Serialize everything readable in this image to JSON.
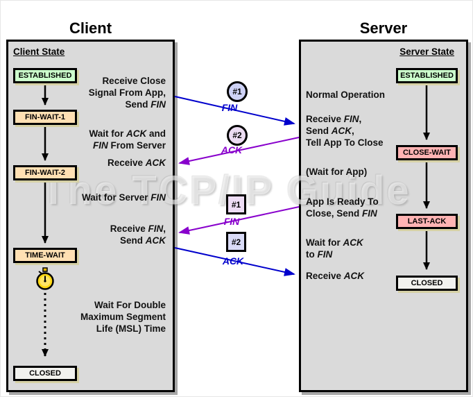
{
  "watermark": {
    "text": "The TCP/IP Guide"
  },
  "colors": {
    "panel_fill": "#dadada",
    "established_fill": "#ccffcc",
    "client_wait_fill": "#ffe0b3",
    "server_wait_fill": "#ffb3b3",
    "closed_fill": "#f2f2ee",
    "fin_blue": "#0000cc",
    "ack_purple": "#8800cc"
  },
  "client": {
    "title": "Client",
    "state_header": "Client State",
    "states": [
      {
        "label": "ESTABLISHED",
        "fill": "#ccffcc"
      },
      {
        "label": "FIN-WAIT-1",
        "fill": "#ffe0b3"
      },
      {
        "label": "FIN-WAIT-2",
        "fill": "#ffe0b3"
      },
      {
        "label": "TIME-WAIT",
        "fill": "#ffe0b3"
      },
      {
        "label": "CLOSED",
        "fill": "#f2f2ee"
      }
    ],
    "annotations": [
      {
        "text": "Receive Close\nSignal From App,\nSend *FIN*"
      },
      {
        "text": "Wait for *ACK* and\n*FIN* From Server"
      },
      {
        "text": "Receive *ACK*"
      },
      {
        "text": "Wait for Server *FIN*"
      },
      {
        "text": "Receive *FIN*,\nSend *ACK*"
      },
      {
        "text": "Wait For Double\nMaximum Segment\nLife (MSL) Time"
      }
    ]
  },
  "server": {
    "title": "Server",
    "state_header": "Server State",
    "states": [
      {
        "label": "ESTABLISHED",
        "fill": "#ccffcc"
      },
      {
        "label": "CLOSE-WAIT",
        "fill": "#ffb3b3"
      },
      {
        "label": "LAST-ACK",
        "fill": "#ffb3b3"
      },
      {
        "label": "CLOSED",
        "fill": "#f2f2ee"
      }
    ],
    "annotations": [
      {
        "text": "Normal Operation"
      },
      {
        "text": "Receive *FIN*,\nSend *ACK*,\nTell App To Close"
      },
      {
        "text": "(Wait for App)"
      },
      {
        "text": "App Is Ready To\nClose, Send *FIN*"
      },
      {
        "text": "Wait for *ACK*\nto *FIN*"
      },
      {
        "text": "Receive *ACK*"
      }
    ]
  },
  "messages": [
    {
      "badge": "#1",
      "label": "FIN",
      "shape": "circle",
      "direction": "client-to-server",
      "color": "#0000cc"
    },
    {
      "badge": "#2",
      "label": "ACK",
      "shape": "circle",
      "direction": "server-to-client",
      "color": "#8800cc"
    },
    {
      "badge": "#1",
      "label": "FIN",
      "shape": "square",
      "direction": "server-to-client",
      "color": "#8800cc"
    },
    {
      "badge": "#2",
      "label": "ACK",
      "shape": "square",
      "direction": "client-to-server",
      "color": "#0000cc"
    }
  ]
}
